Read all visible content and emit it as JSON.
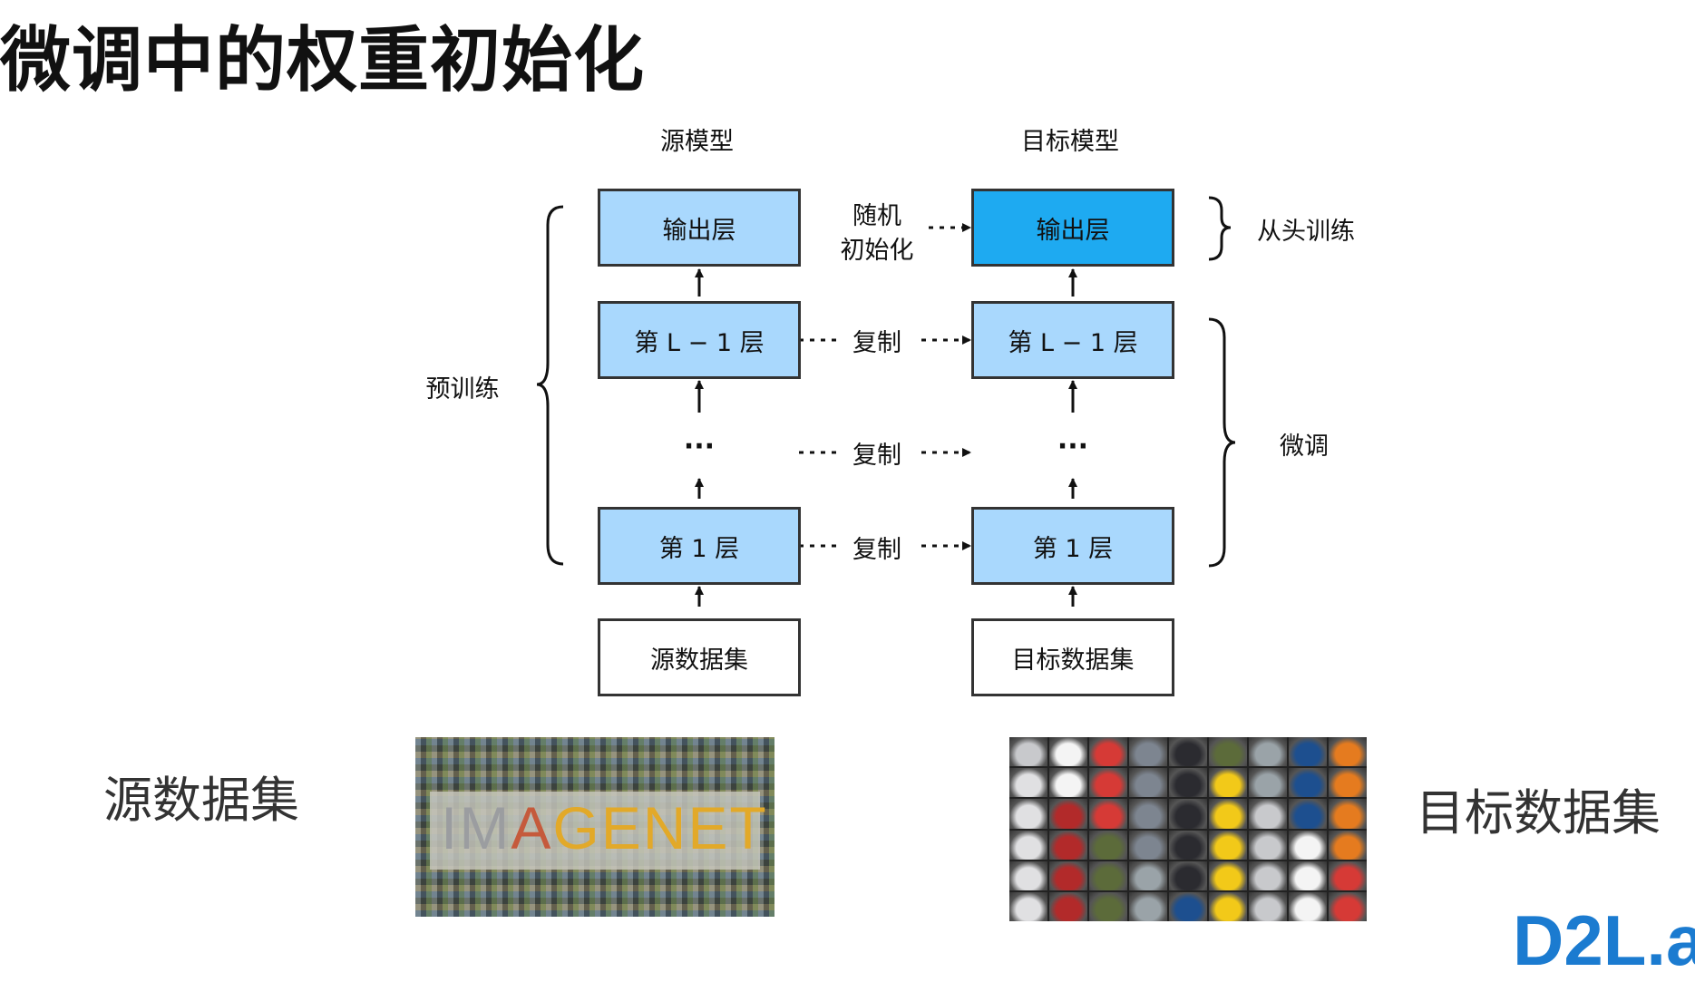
{
  "title": "微调中的权重初始化",
  "diagram": {
    "source_model_label": "源模型",
    "target_model_label": "目标模型",
    "source_layers": {
      "output": "输出层",
      "layer_l_minus_1": "第 L − 1 层",
      "ellipsis": "···",
      "layer_1": "第 1 层",
      "dataset": "源数据集"
    },
    "target_layers": {
      "output": "输出层",
      "layer_l_minus_1": "第 L − 1 层",
      "ellipsis": "···",
      "layer_1": "第 1 层",
      "dataset": "目标数据集"
    },
    "random_init_line1": "随机",
    "random_init_line2": "初始化",
    "copy_labels": [
      "复制",
      "复制",
      "复制"
    ],
    "pretrain_label": "预训练",
    "train_from_scratch_label": "从头训练",
    "finetune_label": "微调",
    "colors": {
      "layer_fill": "#a9d8fd",
      "target_output_fill": "#1eaaf1",
      "dataset_fill": "#ffffff"
    }
  },
  "bottom": {
    "source_dataset_label": "源数据集",
    "target_dataset_label": "目标数据集",
    "imagenet_logo_text": [
      "IM",
      "A",
      "GENET"
    ]
  },
  "logo_text": "D2L.a"
}
